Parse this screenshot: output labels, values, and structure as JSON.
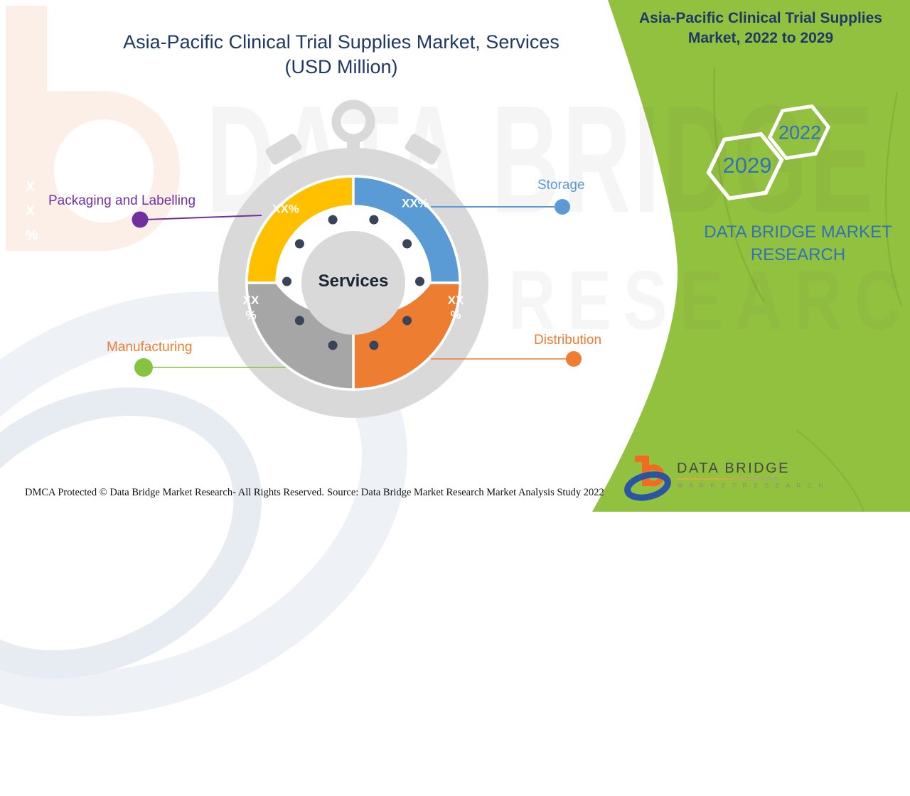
{
  "titles": {
    "left": "Asia-Pacific Clinical Trial Supplies Market, Services\n(USD Million)"
  },
  "right_panel": {
    "title": "Asia-Pacific Clinical Trial Supplies\nMarket, 2022 to 2029",
    "years": [
      "2029",
      "2022"
    ],
    "brand": "DATA BRIDGE MARKET\nRESEARCH",
    "panel_color": "#92c140",
    "hexagon_outline_color": "#ffffff",
    "year_text_color": "#2e74b5"
  },
  "chart_data": {
    "type": "pie",
    "subtype": "donut-stopwatch",
    "title": "Asia-Pacific Clinical Trial Supplies Market, Services (USD Million)",
    "center_label": "Services",
    "legend_position": "callouts-around-donut",
    "segments": [
      {
        "label": "Storage",
        "value": "XX%",
        "quadrant_share_pct": 25,
        "color": "#5b9bd5",
        "position": "top-right",
        "callout_color": "#5b9bd5"
      },
      {
        "label": "Distribution",
        "value": "XX%",
        "quadrant_share_pct": 25,
        "color": "#ed7d31",
        "position": "bottom-right",
        "callout_color": "#ed7d31"
      },
      {
        "label": "Manufacturing",
        "value": "XX%",
        "quadrant_share_pct": 25,
        "color": "#a6a6a6",
        "position": "bottom-left",
        "callout_color": "#84c441"
      },
      {
        "label": "Packaging and Labelling",
        "value": "XX%",
        "quadrant_share_pct": 25,
        "color": "#ffc000",
        "position": "top-left",
        "callout_color": "#7030a0"
      }
    ],
    "watch_body_color": "#d9d9d9",
    "tick_dot_color": "#3a4459",
    "tick_dot_count": 10
  },
  "chart_values": {
    "yellow": "XX%",
    "blue": "XX%",
    "gray": "XX\n%",
    "orange": "XX\n%",
    "left_edge": "X\nX\n%"
  },
  "watermarks": {
    "line1": "DATA BRIDGE",
    "line2": "RESEARCH"
  },
  "logo": {
    "name": "DATA BRIDGE",
    "tagline": "M A R K E T   R E S E A R C H"
  },
  "footer": {
    "left": "DMCA Protected © Data Bridge Market Research- All Rights Reserved.",
    "right": "Source: Data Bridge Market Research Market Analysis Study 2022"
  }
}
